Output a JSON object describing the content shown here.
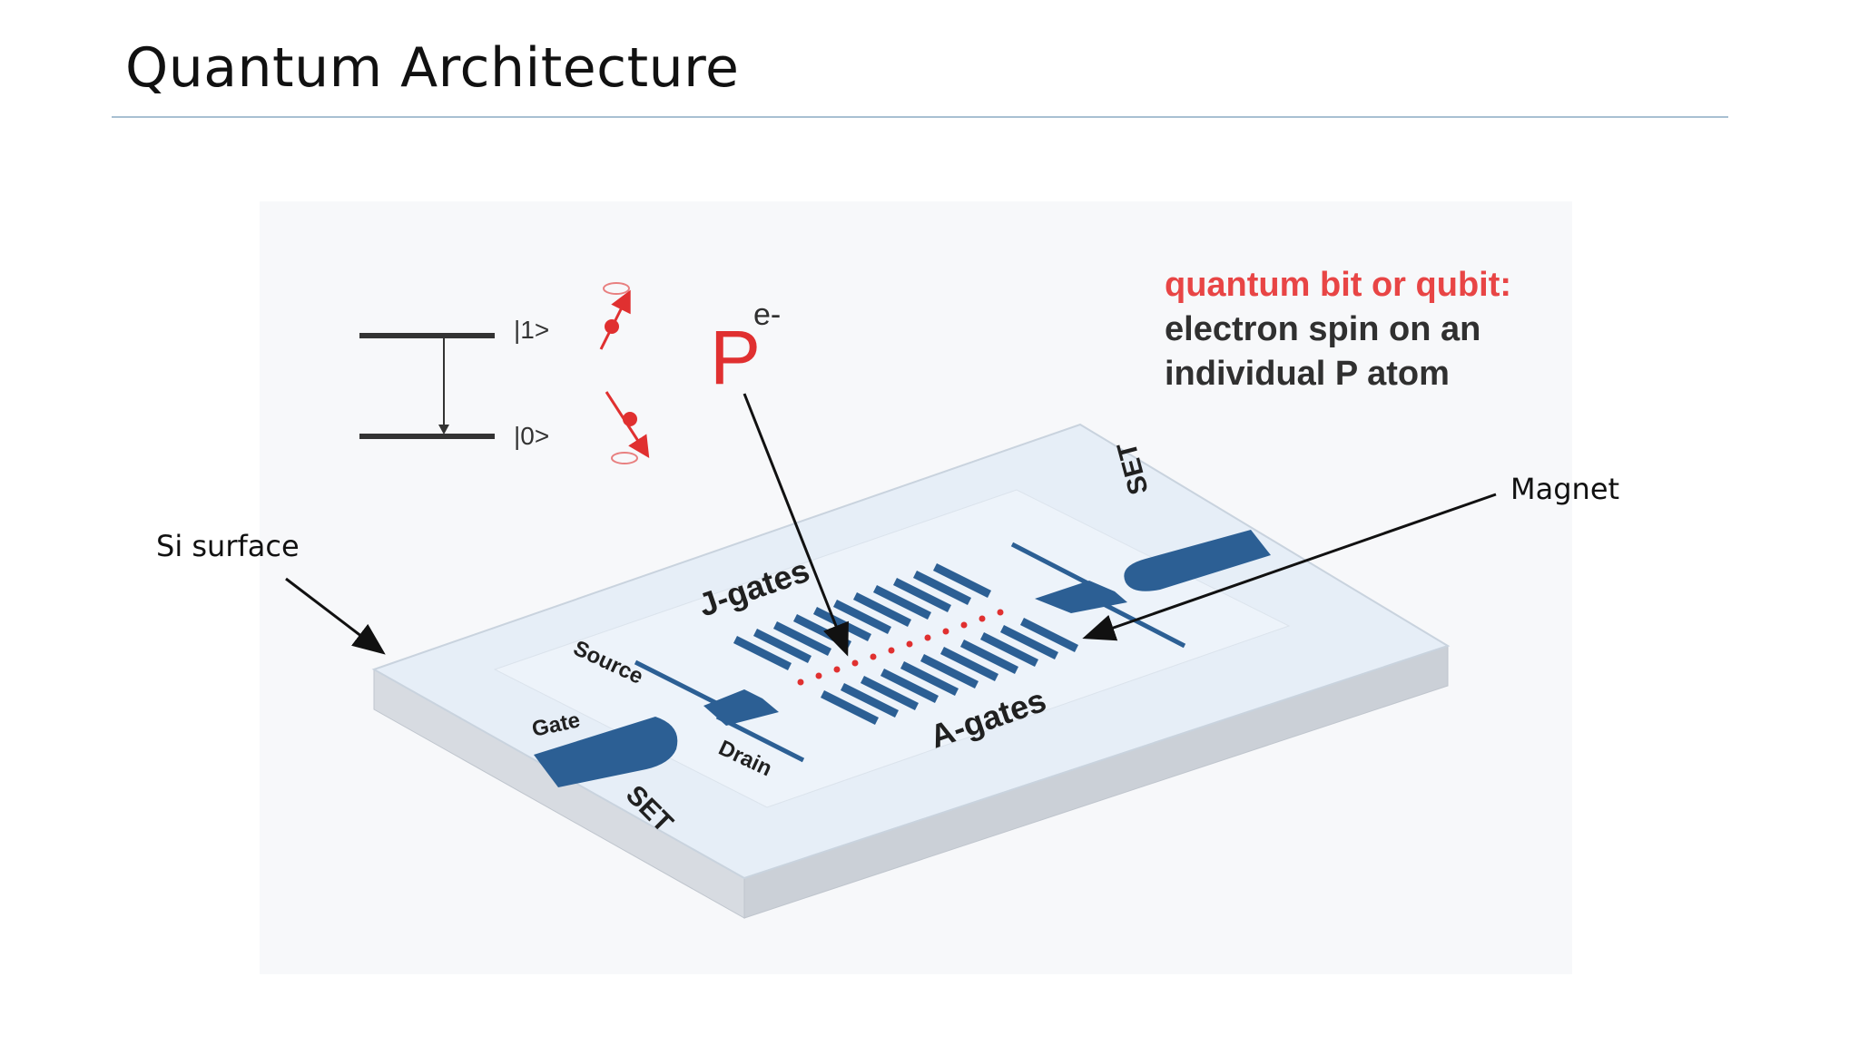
{
  "slide": {
    "title": "Quantum Architecture"
  },
  "callouts": {
    "si_surface": "Si surface",
    "magnet": "Magnet"
  },
  "qubit_note": {
    "line1": "quantum bit or qubit:",
    "line2": "electron spin on an",
    "line3": "individual P atom"
  },
  "energy_levels": {
    "upper": "|1>",
    "lower": "|0>"
  },
  "atom": {
    "symbol": "P",
    "superscript": "e-"
  },
  "chip_labels": {
    "j_gates": "J-gates",
    "a_gates": "A-gates",
    "source": "Source",
    "drain": "Drain",
    "gate": "Gate",
    "set_left": "SET",
    "set_right": "SET"
  },
  "colors": {
    "gate_blue": "#2c5f94",
    "atom_red": "#e03030",
    "qubit_red": "#e84545",
    "chip_top": "#e6eef7",
    "chip_side": "#d3d8df"
  }
}
